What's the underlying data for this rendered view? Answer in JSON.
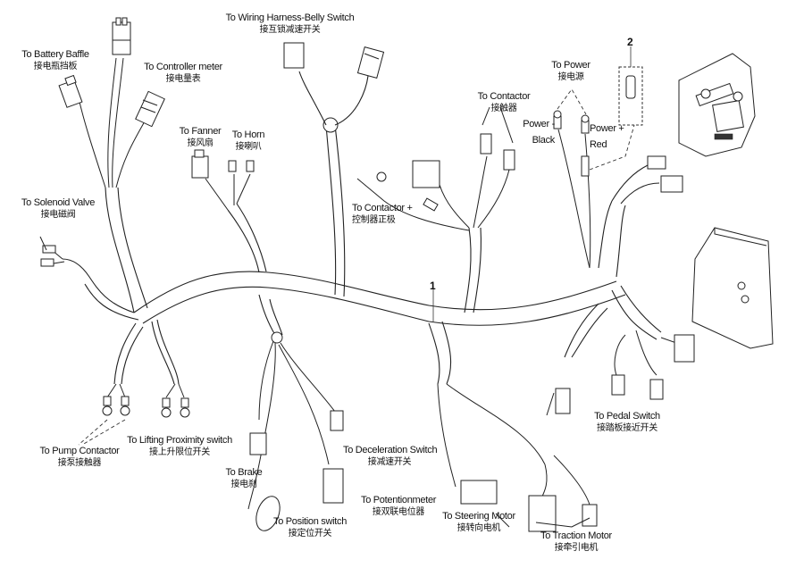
{
  "diagram": {
    "title": "Wiring harness connection diagram",
    "part_numbers": {
      "harness": "1",
      "fuse": "2"
    },
    "labels": {
      "battery_baffle": {
        "en": "To  Battery Baffle",
        "zh": "接电瓶挡板"
      },
      "controller_meter": {
        "en": "To Controller meter",
        "zh": "接电量表"
      },
      "wiring_harness_belly": {
        "en": "To  Wiring Harness-Belly Switch",
        "zh": "接互锁减速开关"
      },
      "fanner": {
        "en": "To  Fanner",
        "zh": "接风扇"
      },
      "horn": {
        "en": "To Horn",
        "zh": "接喇叭"
      },
      "solenoid_valve": {
        "en": "To Solenoid Valve",
        "zh": "接电磁阀"
      },
      "contactor_plus": {
        "en": "To Contactor +",
        "zh": "控制器正极"
      },
      "contactor": {
        "en": "To Contactor",
        "zh": "接触器"
      },
      "power": {
        "en": "To Power",
        "zh": "接电源"
      },
      "power_minus": {
        "en": "Power -",
        "sub": "Black"
      },
      "power_plus": {
        "en": "Power +",
        "sub": "Red"
      },
      "pump_contactor": {
        "en": "To Pump Contactor",
        "zh": "接泵接触器"
      },
      "lifting_proximity": {
        "en": "To  Lifting Proximity switch",
        "zh": "接上升限位开关"
      },
      "brake": {
        "en": "To  Brake",
        "zh": "接电刹"
      },
      "deceleration_switch": {
        "en": "To Deceleration Switch",
        "zh": "接减速开关"
      },
      "position_switch": {
        "en": "To Position switch",
        "zh": "接定位开关"
      },
      "potentiometer": {
        "en": "To Potentionmeter",
        "zh": "接双联电位器"
      },
      "steering_motor": {
        "en": "To Steering Motor",
        "zh": "接转向电机"
      },
      "traction_motor": {
        "en": "To Traction Motor",
        "zh": "接牵引电机"
      },
      "pedal_switch": {
        "en": "To Pedal Switch",
        "zh": "接踏板接近开关"
      }
    }
  }
}
